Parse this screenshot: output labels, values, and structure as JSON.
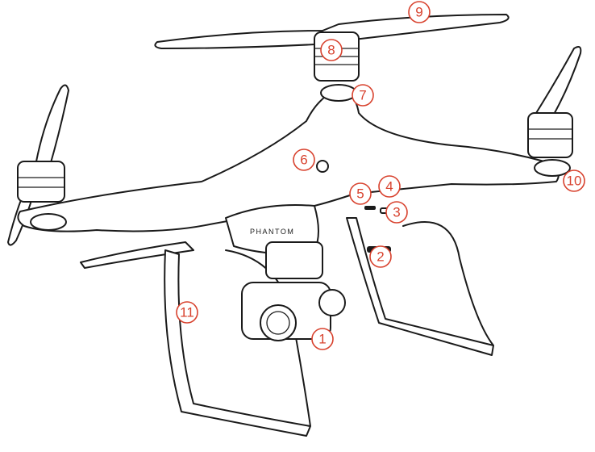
{
  "diagram": {
    "brand_label": "PHANTOM",
    "callout_color": "#d8422e",
    "callouts": [
      "1",
      "2",
      "3",
      "4",
      "5",
      "6",
      "7",
      "8",
      "9",
      "10",
      "11"
    ]
  }
}
